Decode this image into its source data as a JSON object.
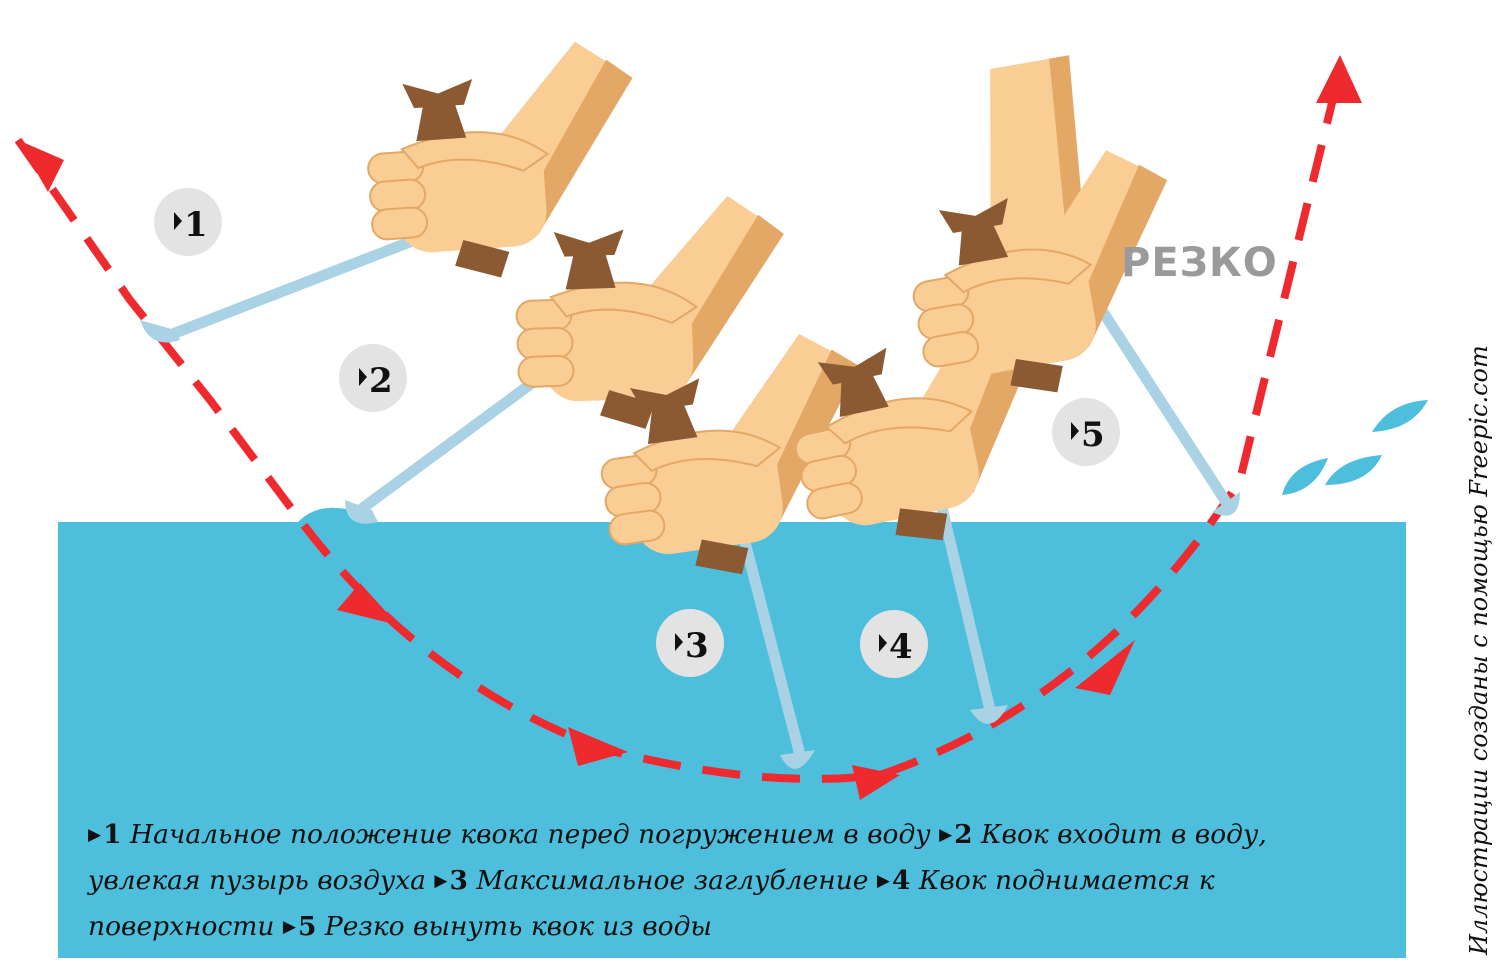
{
  "colors": {
    "water": "#4dbfdc",
    "path": "#ee2a2f",
    "arrow": "#a9d3e5",
    "skin": "#f9cd94",
    "skin_shadow": "#e3a866",
    "handle": "#8b5a33",
    "badge": "#e3e3e3"
  },
  "steps": [
    {
      "num": "1"
    },
    {
      "num": "2"
    },
    {
      "num": "3"
    },
    {
      "num": "4"
    },
    {
      "num": "5"
    }
  ],
  "label_sharp": "РЕЗКО",
  "caption": [
    {
      "num": "1",
      "text": " Начальное положение квока перед погружением в воду "
    },
    {
      "num": "2",
      "text": " Квок входит в воду, увлекая пузырь воздуха "
    },
    {
      "num": "3",
      "text": " Максимальное заглубление  "
    },
    {
      "num": "4",
      "text": " Квок поднимается к поверхности  "
    },
    {
      "num": "5",
      "text": " Резко вынуть квок из воды"
    }
  ],
  "credit": "Иллюстрации созданы с помощью Freepic.com",
  "icons": [
    "hand-icon",
    "splash-drop-icon",
    "triangle-bullet-icon"
  ]
}
